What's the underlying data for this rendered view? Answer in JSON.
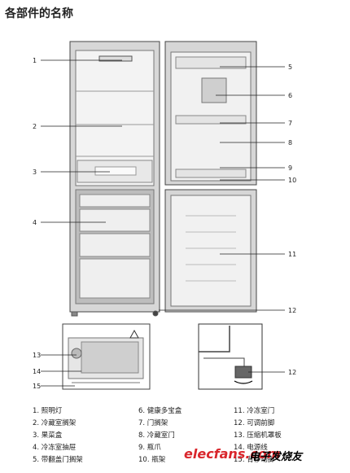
{
  "title": "各部件的名称",
  "callouts": [
    "1",
    "2",
    "3",
    "4",
    "5",
    "6",
    "7",
    "8",
    "9",
    "10",
    "11",
    "12",
    "12",
    "13",
    "14",
    "15"
  ],
  "legend": {
    "col1": [
      "1. 照明灯",
      "2. 冷藏室搁架",
      "3. 果菜盒",
      "4. 冷冻室抽屉",
      "5. 带翻盖门搁架"
    ],
    "col2": [
      "6. 健康多宝盒",
      "7. 门搁架",
      "8. 冷藏室门",
      "9. 瓶爪",
      "10. 瓶架"
    ],
    "col3": [
      "11. 冷冻室门",
      "12. 可调前脚",
      "13. 压缩机罩板",
      "14. 电源线",
      "15. 背移动脚"
    ]
  },
  "watermark": {
    "text": "elecfans.com",
    "cn": "电子发烧友"
  }
}
